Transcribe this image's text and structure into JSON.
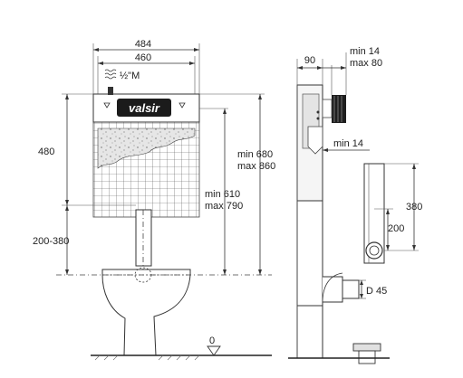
{
  "brand": "valsir",
  "connection": "½\"M",
  "front": {
    "width_outer": "484",
    "width_inner": "460",
    "tank_height": "480",
    "base_height": "200-380",
    "outlet_min": "min 610",
    "outlet_max": "max 790",
    "top_min": "min 680",
    "top_max": "max 860"
  },
  "side": {
    "depth": "90",
    "fitting_min": "min 14",
    "fitting_max": "max 80",
    "wall_min": "min 14",
    "flush_height": "380",
    "flush_lower": "200",
    "pipe_diameter": "D 45"
  },
  "floor_level": "0"
}
